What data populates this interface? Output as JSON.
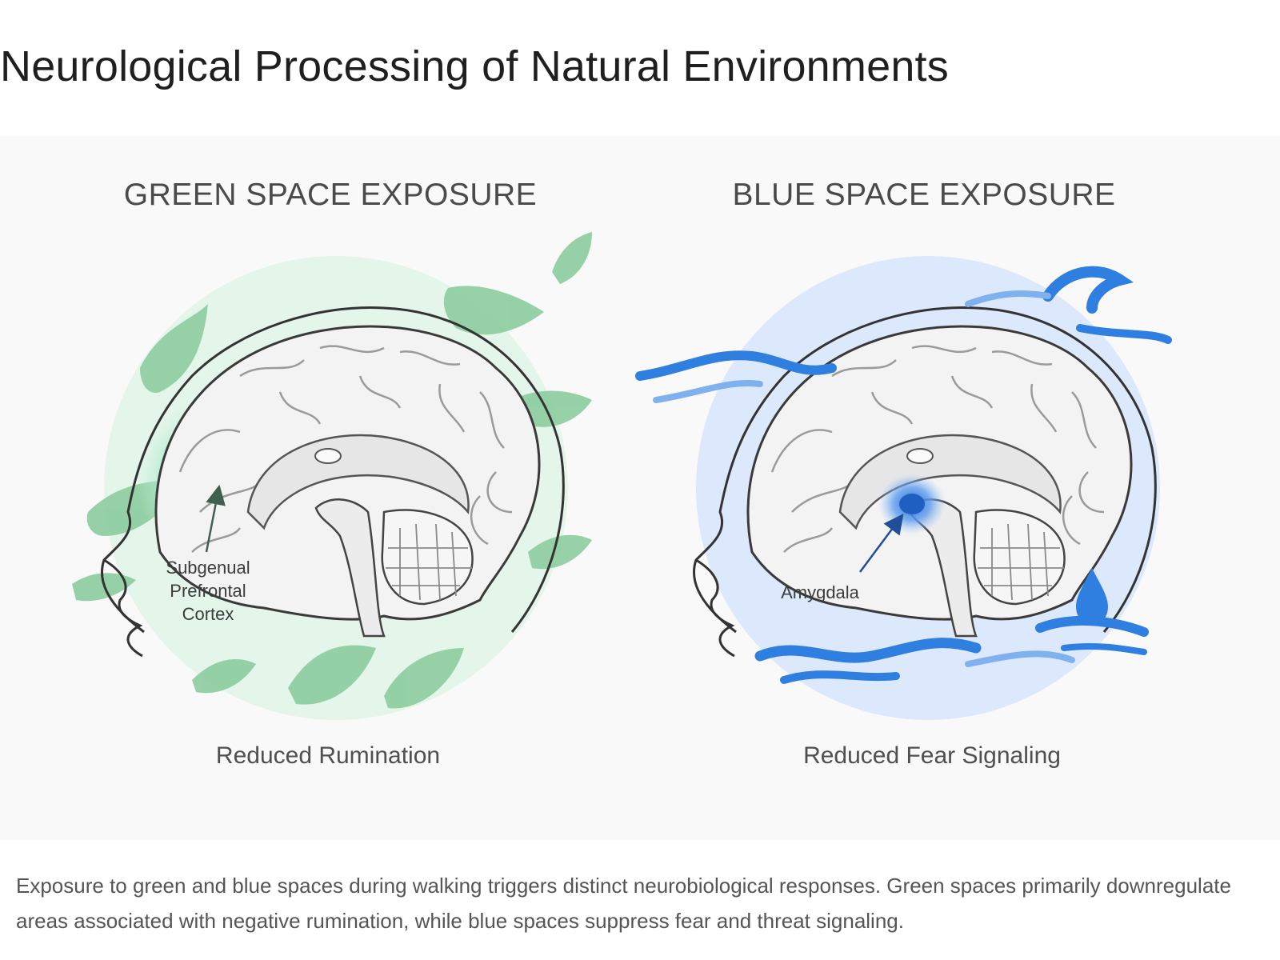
{
  "page": {
    "title": "Neurological Processing of Natural Environments",
    "description": "Exposure to green and blue spaces during walking triggers distinct neurobiological responses. Green spaces primarily downregulate areas associated with negative rumination, while blue spaces suppress fear and threat signaling."
  },
  "panels": {
    "green": {
      "heading": "GREEN SPACE EXPOSURE",
      "region_label": "Subgenual\nPrefrontal\nCortex",
      "caption": "Reduced Rumination",
      "accent": "#7cc9a0",
      "icons": [
        "leaf-icon",
        "brain-icon"
      ]
    },
    "blue": {
      "heading": "BLUE SPACE EXPOSURE",
      "region_label": "Amygdala",
      "caption": "Reduced Fear Signaling",
      "accent": "#1f6fd6",
      "icons": [
        "wave-icon",
        "water-drop-icon",
        "brain-icon"
      ]
    }
  },
  "colors": {
    "green_glow": "#8fe0b4",
    "green_leaf": "#8ccc9e",
    "blue_wave": "#2f7fe0",
    "blue_background": "#dce8fb",
    "outline": "#3a3a3a"
  }
}
